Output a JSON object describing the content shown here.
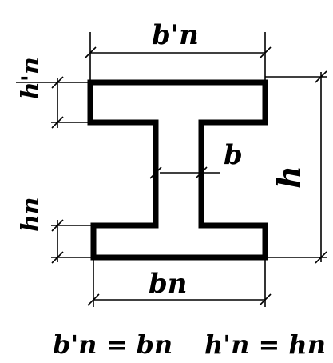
{
  "labels": {
    "top_flange_width": "b'n",
    "top_flange_height": "h'n",
    "web_thickness": "b",
    "total_height": "h",
    "bottom_flange_height": "hn",
    "bottom_flange_width": "bn"
  },
  "equations": {
    "width_equality": "b'n = bn",
    "height_equality": "h'n = hn"
  },
  "colors": {
    "ink": "#000000",
    "background": "#ffffff"
  }
}
